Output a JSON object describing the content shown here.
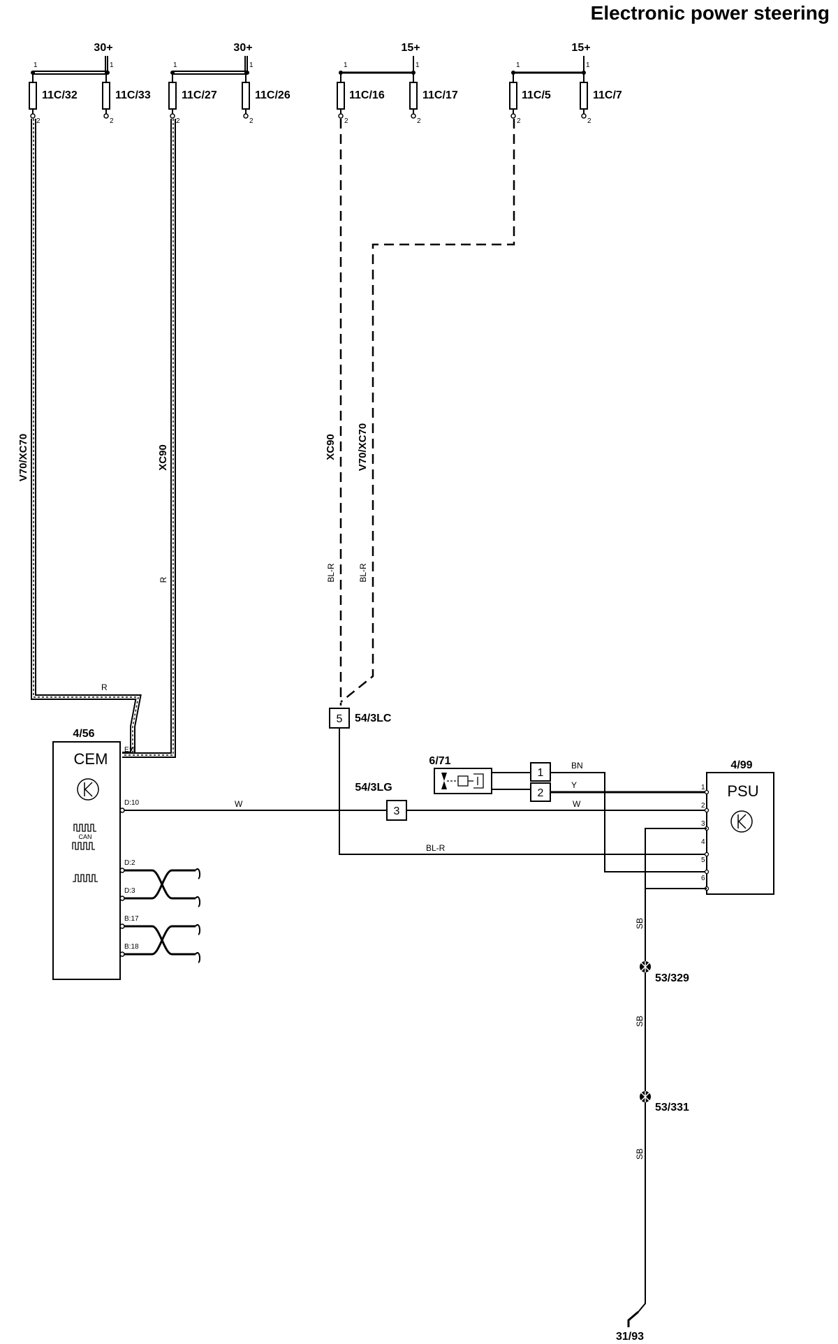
{
  "title": "Electronic power steering",
  "supplies": {
    "b30": "30+",
    "b15": "15+"
  },
  "fuses": {
    "f32": "11C/32",
    "f33": "11C/33",
    "f27": "11C/27",
    "f26": "11C/26",
    "f16": "11C/16",
    "f17": "11C/17",
    "f5": "11C/5",
    "f7": "11C/7"
  },
  "pins": {
    "p1": "1",
    "p2": "2",
    "p3": "3",
    "p4": "4",
    "p5": "5",
    "p6": "6"
  },
  "variants": {
    "v70": "V70/XC70",
    "xc90": "XC90"
  },
  "wire_colors": {
    "r": "R",
    "blr": "BL-R",
    "w": "W",
    "bn": "BN",
    "y": "Y",
    "sb": "SB"
  },
  "cem": {
    "ref": "4/56",
    "name": "CEM",
    "can": "CAN",
    "pins": {
      "e8": "E:6",
      "d10": "D:10",
      "d2": "D:2",
      "d3": "D:3",
      "b17": "B:17",
      "b18": "B:18"
    }
  },
  "psu": {
    "ref": "4/99",
    "name": "PSU"
  },
  "connectors": {
    "c3lc": "54/3LC",
    "c3lg": "54/3LG",
    "c3lc_pin": "5",
    "c3lg_pin": "3"
  },
  "sensor": {
    "ref": "6/71",
    "pin1": "1",
    "pin2": "2"
  },
  "splices": {
    "s329": "53/329",
    "s331": "53/331"
  },
  "ground": {
    "ref": "31/93"
  },
  "icons": [
    "fuse-icon",
    "control-module-icon",
    "can-signal-icon",
    "pulse-signal-icon",
    "twisted-pair-icon",
    "sensor-icon",
    "splice-icon",
    "ground-icon"
  ]
}
